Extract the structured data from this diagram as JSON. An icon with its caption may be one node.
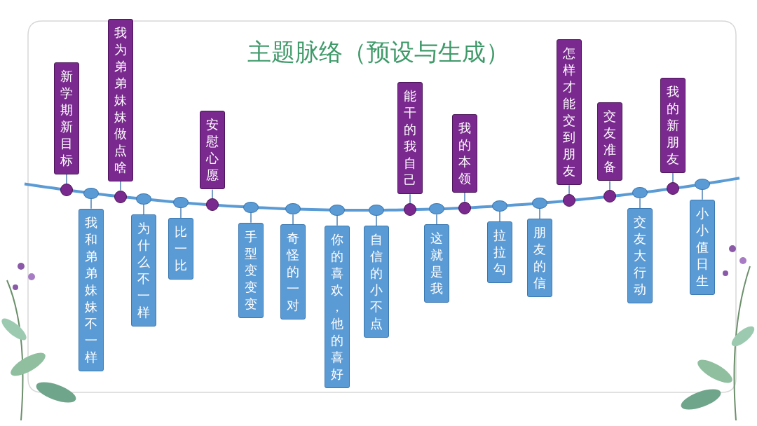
{
  "diagram": {
    "title": "主题脉络（预设与生成）",
    "nodes": [
      {
        "text": [
          "新学期新目标"
        ]
      },
      {
        "text": [
          "我和弟弟妹妹不一样"
        ]
      },
      {
        "text": [
          "我为弟弟妹妹做点啥"
        ]
      },
      {
        "text": [
          "为什么不一样"
        ]
      },
      {
        "text": [
          "比一比"
        ]
      },
      {
        "text": [
          "安慰心愿"
        ]
      },
      {
        "text": [
          "手型变变变"
        ]
      },
      {
        "text": [
          "奇怪的一对"
        ]
      },
      {
        "text": [
          "你的喜欢，他的喜好"
        ]
      },
      {
        "text": [
          "自信的小不点"
        ]
      },
      {
        "text": [
          "能干的我自己"
        ]
      },
      {
        "text": [
          "这就是我"
        ]
      },
      {
        "text": [
          "我的本领"
        ]
      },
      {
        "text": [
          "拉拉勾"
        ]
      },
      {
        "text": [
          "朋友的信"
        ]
      },
      {
        "text": [
          "怎样才能交到朋友"
        ]
      },
      {
        "text": [
          "交友准备"
        ]
      },
      {
        "text": [
          "交友大行动"
        ]
      },
      {
        "text": [
          "我的新朋友"
        ]
      },
      {
        "text": [
          "小小值日生"
        ]
      },
      {
        "text": [],
        "shape": "circle"
      },
      {
        "text": [],
        "shape": "circle"
      },
      {
        "text": [],
        "shape": "circle"
      },
      {
        "text": [],
        "shape": "circle"
      },
      {
        "text": [],
        "shape": "circle"
      },
      {
        "text": [],
        "shape": "circle"
      },
      {
        "text": [],
        "shape": "circle"
      },
      {
        "text": [],
        "shape": "circle"
      },
      {
        "text": [],
        "shape": "circle"
      },
      {
        "text": [],
        "shape": "circle"
      },
      {
        "text": [],
        "shape": "circle"
      },
      {
        "text": [],
        "shape": "circle"
      },
      {
        "text": [],
        "shape": "circle"
      },
      {
        "text": [],
        "shape": "circle"
      },
      {
        "text": [],
        "shape": "circle"
      },
      {
        "text": [],
        "shape": "circle"
      },
      {
        "text": [],
        "shape": "circle"
      },
      {
        "text": [],
        "shape": "circle"
      },
      {
        "text": [],
        "shape": "circle"
      },
      {
        "text": [],
        "shape": "circle"
      }
    ],
    "edges": [
      {
        "from": 0,
        "to": 20,
        "arrow": "none"
      },
      {
        "from": 1,
        "to": 21,
        "arrow": "none"
      },
      {
        "from": 2,
        "to": 22,
        "arrow": "none"
      },
      {
        "from": 3,
        "to": 23,
        "arrow": "none"
      },
      {
        "from": 4,
        "to": 24,
        "arrow": "none"
      },
      {
        "from": 5,
        "to": 25,
        "arrow": "none"
      },
      {
        "from": 6,
        "to": 26,
        "arrow": "none"
      },
      {
        "from": 7,
        "to": 27,
        "arrow": "none"
      },
      {
        "from": 8,
        "to": 28,
        "arrow": "none"
      },
      {
        "from": 9,
        "to": 29,
        "arrow": "none"
      },
      {
        "from": 10,
        "to": 30,
        "arrow": "none"
      },
      {
        "from": 11,
        "to": 31,
        "arrow": "none"
      },
      {
        "from": 12,
        "to": 32,
        "arrow": "none"
      },
      {
        "from": 13,
        "to": 33,
        "arrow": "none"
      },
      {
        "from": 14,
        "to": 34,
        "arrow": "none"
      },
      {
        "from": 15,
        "to": 35,
        "arrow": "none"
      },
      {
        "from": 16,
        "to": 36,
        "arrow": "none"
      },
      {
        "from": 17,
        "to": 37,
        "arrow": "none"
      },
      {
        "from": 18,
        "to": 38,
        "arrow": "none"
      },
      {
        "from": 19,
        "to": 39,
        "arrow": "none"
      }
    ]
  }
}
